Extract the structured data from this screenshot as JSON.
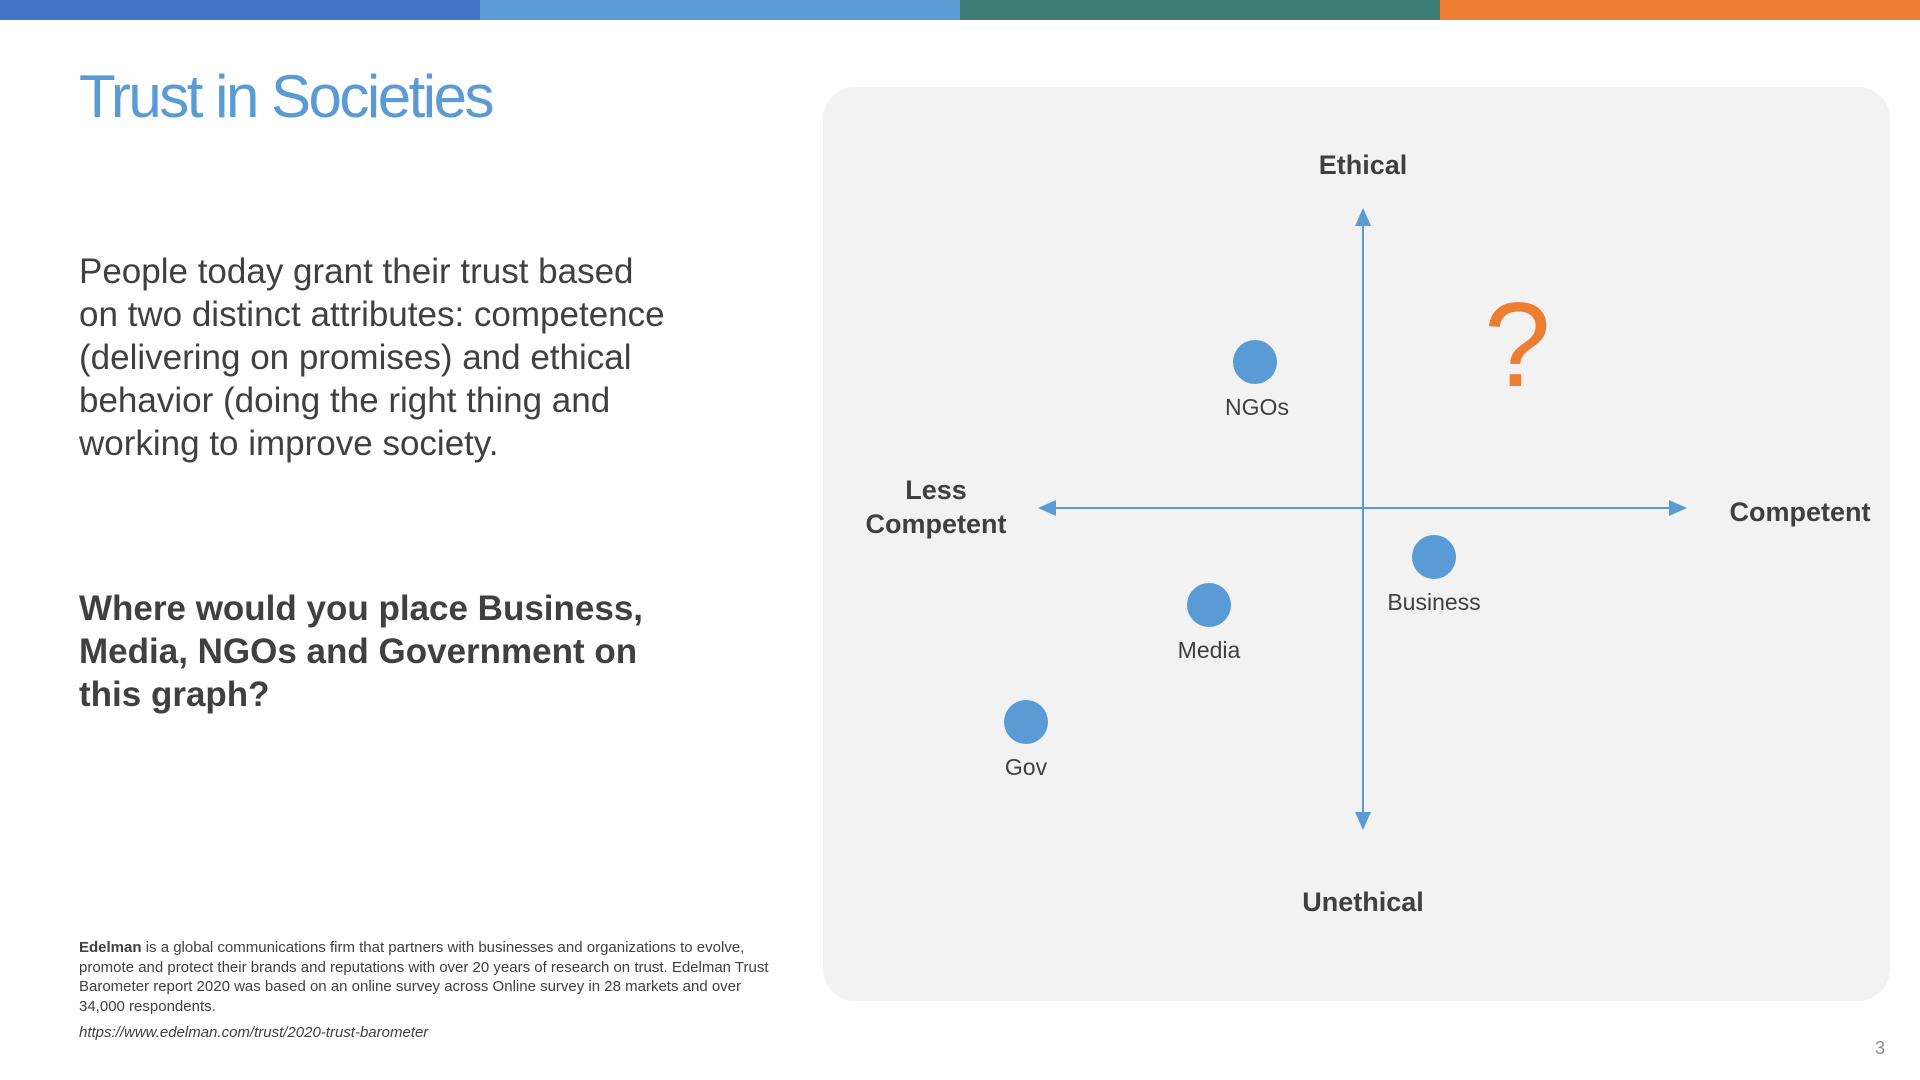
{
  "colors": {
    "bar": [
      "#4472c4",
      "#5b9bd5",
      "#3b7d74",
      "#ed7d31"
    ],
    "accent": "#5b9bd5",
    "dot": "#5b9bd5",
    "question": "#ed7d31"
  },
  "slide": {
    "title": "Trust in Societies",
    "intro": "People today grant their trust based on two distinct attributes: competence (delivering on promises) and ethical behavior (doing the right thing and working to improve society.",
    "question": "Where would you place Business, Media, NGOs and Government on this graph?",
    "footnote_bold": "Edelman",
    "footnote_rest": " is a global communications firm that partners with businesses and organizations to evolve, promote and protect their brands and reputations with over 20 years of research on trust. Edelman Trust Barometer report 2020 was based on an online survey across Online survey in 28 markets and over 34,000 respondents.",
    "source": "https://www.edelman.com/trust/2020-trust-barometer",
    "page_number": "3"
  },
  "diagram": {
    "top_label": "Ethical",
    "bottom_label": "Unethical",
    "left_label": "Less\nCompetent",
    "right_label": "Competent",
    "question_mark": "?",
    "points": [
      {
        "name": "NGOs",
        "label": "NGOs"
      },
      {
        "name": "Business",
        "label": "Business"
      },
      {
        "name": "Media",
        "label": "Media"
      },
      {
        "name": "Gov",
        "label": "Gov"
      }
    ]
  }
}
